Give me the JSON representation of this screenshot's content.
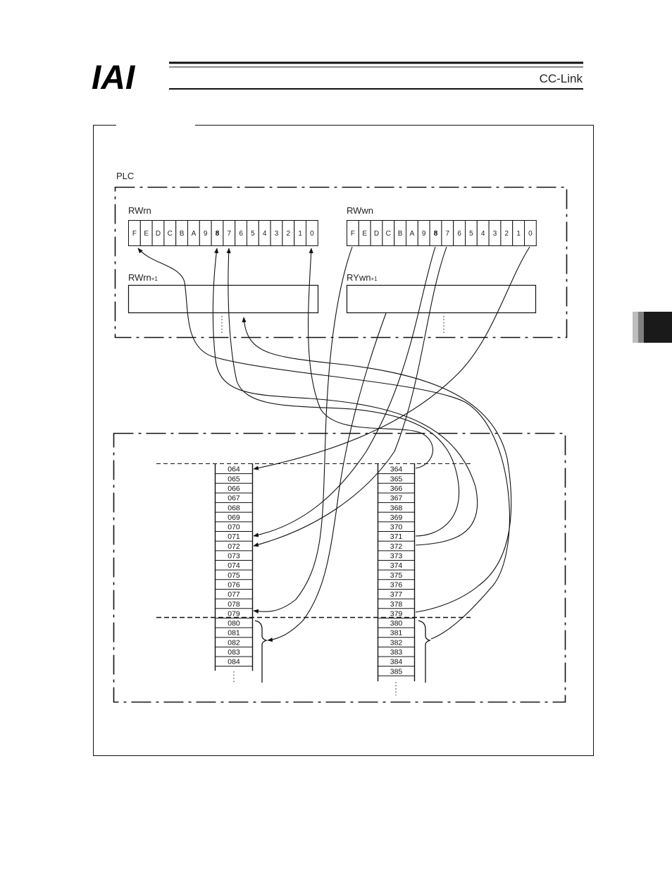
{
  "header": {
    "logo_text": "IAI",
    "section_title": "CC-Link"
  },
  "diagram": {
    "plc_label": "PLC",
    "rwrn": {
      "label": "RWrn",
      "bits": [
        "F",
        "E",
        "D",
        "C",
        "B",
        "A",
        "9",
        "8",
        "7",
        "6",
        "5",
        "4",
        "3",
        "2",
        "1",
        "0"
      ]
    },
    "rwwn": {
      "label": "RWwn",
      "bits": [
        "F",
        "E",
        "D",
        "C",
        "B",
        "A",
        "9",
        "8",
        "7",
        "6",
        "5",
        "4",
        "3",
        "2",
        "1",
        "0"
      ]
    },
    "rwrn1": {
      "label": "RWrn",
      "suffix": "+1"
    },
    "rywn1": {
      "label": "RYwn",
      "suffix": "+1"
    },
    "left_column": [
      "064",
      "065",
      "066",
      "067",
      "068",
      "069",
      "070",
      "071",
      "072",
      "073",
      "074",
      "075",
      "076",
      "077",
      "078",
      "079",
      "080",
      "081",
      "082",
      "083",
      "084"
    ],
    "right_column": [
      "364",
      "365",
      "366",
      "367",
      "368",
      "369",
      "370",
      "371",
      "372",
      "373",
      "374",
      "375",
      "376",
      "377",
      "378",
      "379",
      "380",
      "381",
      "382",
      "383",
      "384",
      "385"
    ]
  }
}
